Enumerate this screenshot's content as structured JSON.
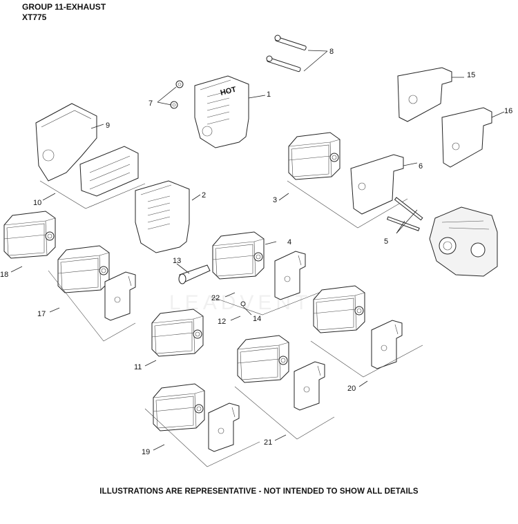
{
  "header": {
    "title": "GROUP 11-EXHAUST",
    "model": "XT775"
  },
  "footer": {
    "note": "ILLUSTRATIONS ARE REPRESENTATIVE - NOT INTENDED TO SHOW ALL DETAILS"
  },
  "watermark": "LEADVENTURE",
  "callouts": {
    "c1": "1",
    "c2": "2",
    "c3": "3",
    "c4": "4",
    "c5": "5",
    "c6": "6",
    "c7": "7",
    "c8": "8",
    "c9": "9",
    "c10": "10",
    "c11": "11",
    "c12": "12",
    "c13": "13",
    "c14": "14",
    "c15": "15",
    "c16": "16",
    "c17": "17",
    "c18": "18",
    "c19": "19",
    "c20": "20",
    "c21": "21",
    "c22": "22"
  },
  "shield_label": "HOT"
}
